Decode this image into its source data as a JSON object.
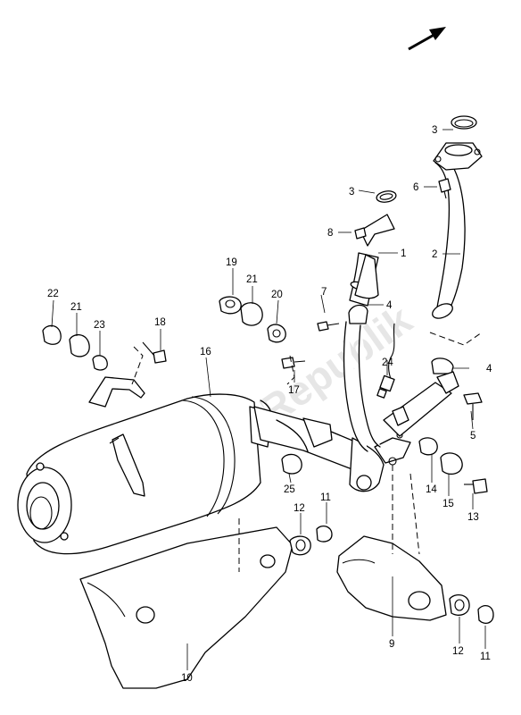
{
  "diagram": {
    "watermark": "PartsRepublik",
    "callouts": {
      "c1": "1",
      "c2": "2",
      "c3a": "3",
      "c3b": "3",
      "c4a": "4",
      "c4b": "4",
      "c5": "5",
      "c6": "6",
      "c7": "7",
      "c8": "8",
      "c9": "9",
      "c10": "10",
      "c11a": "11",
      "c11b": "11",
      "c12a": "12",
      "c12b": "12",
      "c13": "13",
      "c14": "14",
      "c15": "15",
      "c16": "16",
      "c17": "17",
      "c18": "18",
      "c19": "19",
      "c20": "20",
      "c21a": "21",
      "c21b": "21",
      "c22": "22",
      "c23": "23",
      "c24": "24",
      "c25": "25"
    }
  }
}
